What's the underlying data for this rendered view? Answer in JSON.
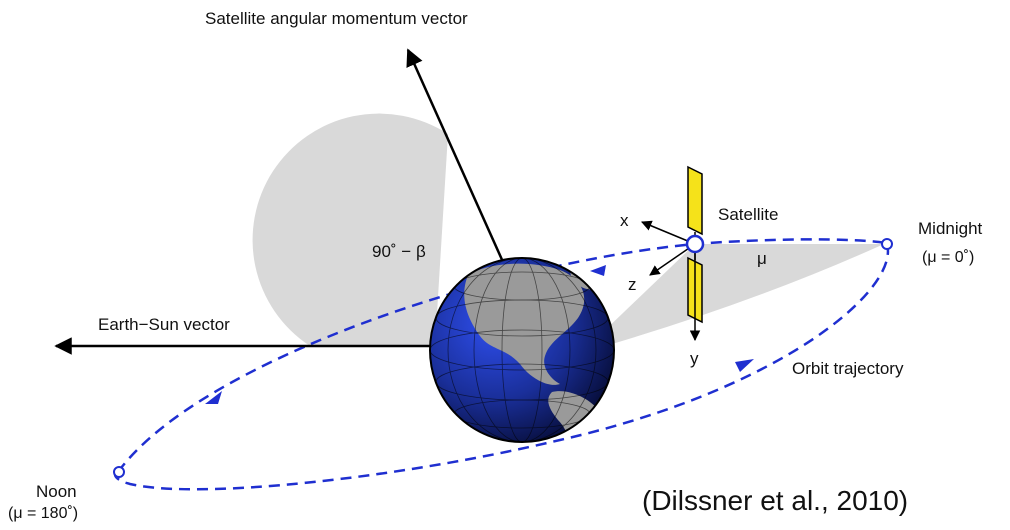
{
  "diagram": {
    "title": "Satellite angular momentum vector",
    "angle_label": "90˚ − β",
    "earth_sun_label": "Earth−Sun vector",
    "satellite_label": "Satellite",
    "mu_label": "μ",
    "axis_x": "x",
    "axis_y": "y",
    "axis_z": "z",
    "midnight_label": "Midnight",
    "midnight_mu": "(μ = 0˚)",
    "noon_label": "Noon",
    "noon_mu": "(μ = 180˚)",
    "orbit_label": "Orbit trajectory",
    "citation": "(Dilssner et al., 2010)"
  },
  "colors": {
    "orbit": "#1f2fd0",
    "panel": "#f5e21a",
    "ocean": "#1a2f9a",
    "land": "#9a9a9a",
    "sector": "#d9d9d9"
  }
}
